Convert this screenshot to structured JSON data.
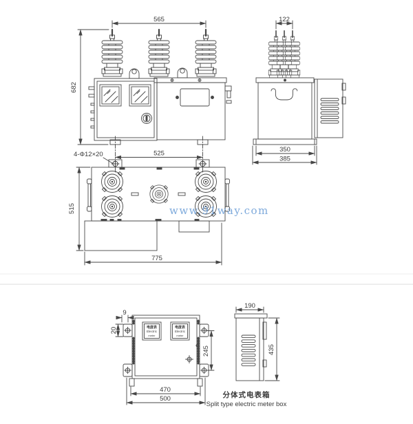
{
  "watermark": "www.91way.com",
  "top_drawing": {
    "front_view": {
      "dim_span": "565",
      "dim_height": "682",
      "hole_note": "4-Φ12×20",
      "dim_foot_span": "525"
    },
    "side_view": {
      "dim_span": "122",
      "dim_width": "350",
      "dim_base": "385"
    },
    "plan_view": {
      "dim_depth": "515",
      "dim_width": "775"
    }
  },
  "bottom_drawing": {
    "meter_label": {
      "cn": "电度表",
      "en1": "Electric",
      "en2": "meter"
    },
    "front_view": {
      "dim_offset": "9",
      "dim_bracket": "20",
      "dim_mount": "245",
      "dim_inner": "470",
      "dim_outer": "500"
    },
    "side_view": {
      "dim_depth": "190",
      "dim_height": "435"
    },
    "caption": {
      "cn": "分体式电表箱",
      "en": "Split type electric meter box"
    }
  },
  "colors": {
    "line": "#474747",
    "text": "#3a3a3a",
    "watermark": "#6fa0d8",
    "separator": "#dddddd"
  }
}
